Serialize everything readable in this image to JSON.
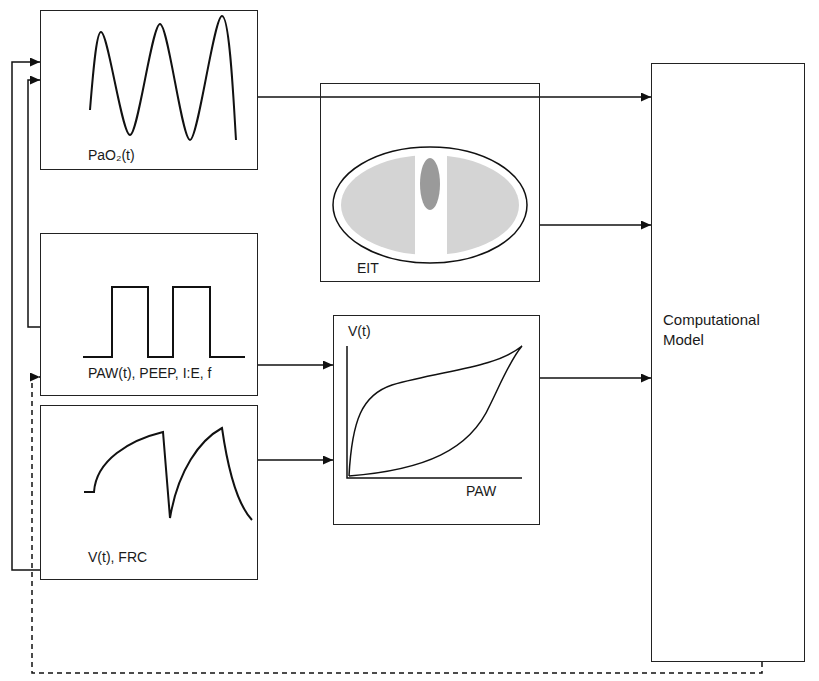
{
  "diagram": {
    "nodes": [
      {
        "text": [
          "PaO₂(t)"
        ]
      },
      {
        "text": [
          "EIT"
        ]
      },
      {
        "text": [
          "PAW(t), PEEP, I:E, f"
        ]
      },
      {
        "text": [
          "V(t)",
          "PAW"
        ]
      },
      {
        "text": [
          "V(t), FRC"
        ]
      },
      {
        "text": [
          "Computational Model"
        ]
      }
    ],
    "edges": [
      {
        "from": 0,
        "to": 5,
        "arrow": "to"
      },
      {
        "from": 1,
        "to": 5,
        "arrow": "to"
      },
      {
        "from": 2,
        "to": 3,
        "arrow": "to"
      },
      {
        "from": 4,
        "to": 3,
        "arrow": "to"
      },
      {
        "from": 3,
        "to": 5,
        "arrow": "to"
      },
      {
        "from": 2,
        "to": 0,
        "arrow": "to"
      },
      {
        "from": 4,
        "to": 0,
        "arrow": "to"
      },
      {
        "from": 5,
        "to": 2,
        "arrow": "to"
      }
    ]
  }
}
